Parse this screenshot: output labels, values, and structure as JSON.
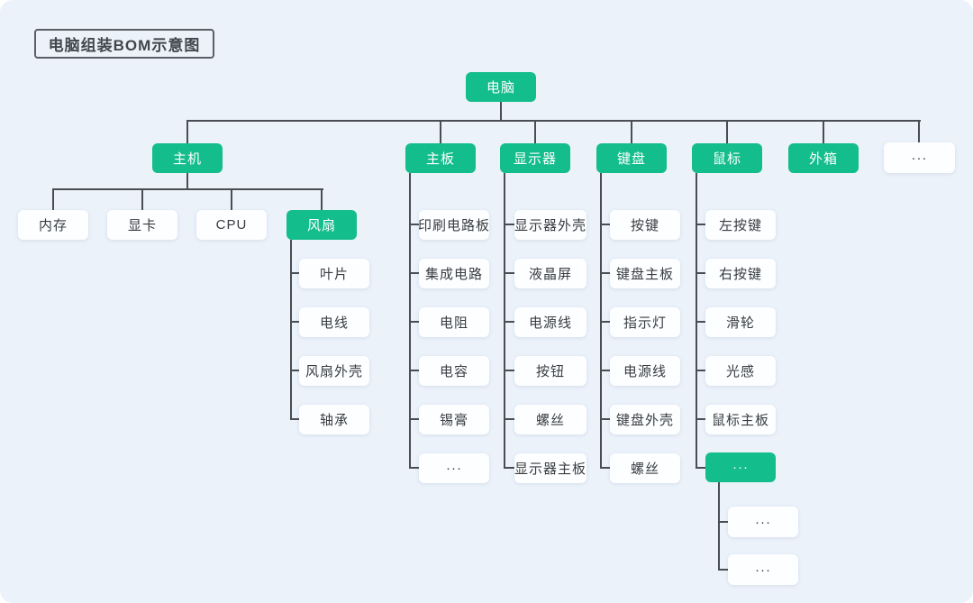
{
  "page": {
    "title": "电脑组装BOM示意图"
  },
  "colors": {
    "background": "#EBF2FA",
    "accent_green": "#14BD8C",
    "node_white": "#FDFEFF",
    "line": "#4A4E54",
    "title_border": "#5B5F66"
  },
  "tree": {
    "root": {
      "label": "电脑"
    },
    "branches": [
      {
        "label": "主机",
        "children": [
          {
            "label": "内存"
          },
          {
            "label": "显卡"
          },
          {
            "label": "CPU"
          },
          {
            "label": "风扇",
            "children": [
              {
                "label": "叶片"
              },
              {
                "label": "电线"
              },
              {
                "label": "风扇外壳"
              },
              {
                "label": "轴承"
              }
            ]
          }
        ]
      },
      {
        "label": "主板",
        "children": [
          {
            "label": "印刷电路板"
          },
          {
            "label": "集成电路"
          },
          {
            "label": "电阻"
          },
          {
            "label": "电容"
          },
          {
            "label": "锡膏"
          },
          {
            "label": "···"
          }
        ]
      },
      {
        "label": "显示器",
        "children": [
          {
            "label": "显示器外壳"
          },
          {
            "label": "液晶屏"
          },
          {
            "label": "电源线"
          },
          {
            "label": "按钮"
          },
          {
            "label": "螺丝"
          },
          {
            "label": "显示器主板"
          }
        ]
      },
      {
        "label": "键盘",
        "children": [
          {
            "label": "按键"
          },
          {
            "label": "键盘主板"
          },
          {
            "label": "指示灯"
          },
          {
            "label": "电源线"
          },
          {
            "label": "键盘外壳"
          },
          {
            "label": "螺丝"
          }
        ]
      },
      {
        "label": "鼠标",
        "children": [
          {
            "label": "左按键"
          },
          {
            "label": "右按键"
          },
          {
            "label": "滑轮"
          },
          {
            "label": "光感"
          },
          {
            "label": "鼠标主板"
          },
          {
            "label": "···",
            "children": [
              {
                "label": "···"
              },
              {
                "label": "···"
              }
            ]
          }
        ]
      },
      {
        "label": "外箱"
      },
      {
        "label": "···"
      }
    ]
  }
}
